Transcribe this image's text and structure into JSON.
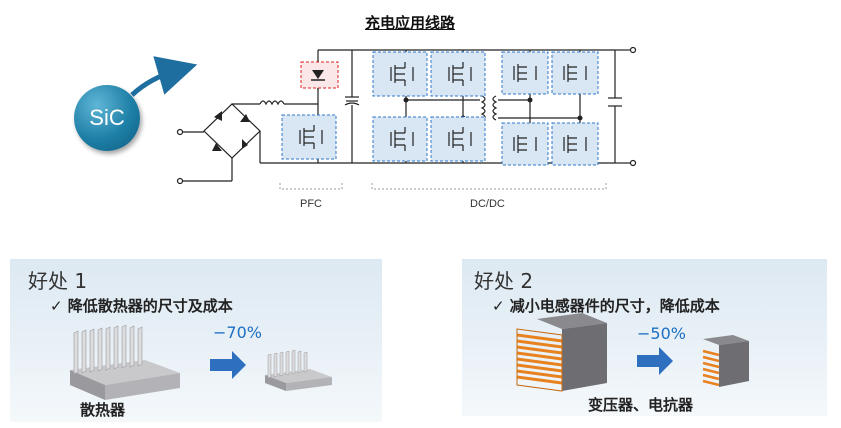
{
  "diagram": {
    "title": "充电应用线路",
    "badge": "SiC",
    "labels": {
      "pfc": "PFC",
      "dcdc": "DC/DC"
    }
  },
  "benefits": [
    {
      "title": "好处 1",
      "subtitle": "✓ 降低散热器的尺寸及成本",
      "percent": "−70%",
      "caption": "散热器"
    },
    {
      "title": "好处 2",
      "subtitle": "✓ 减小电感器件的尺寸，降低成本",
      "percent": "−50%",
      "caption": "变压器、电抗器"
    }
  ]
}
